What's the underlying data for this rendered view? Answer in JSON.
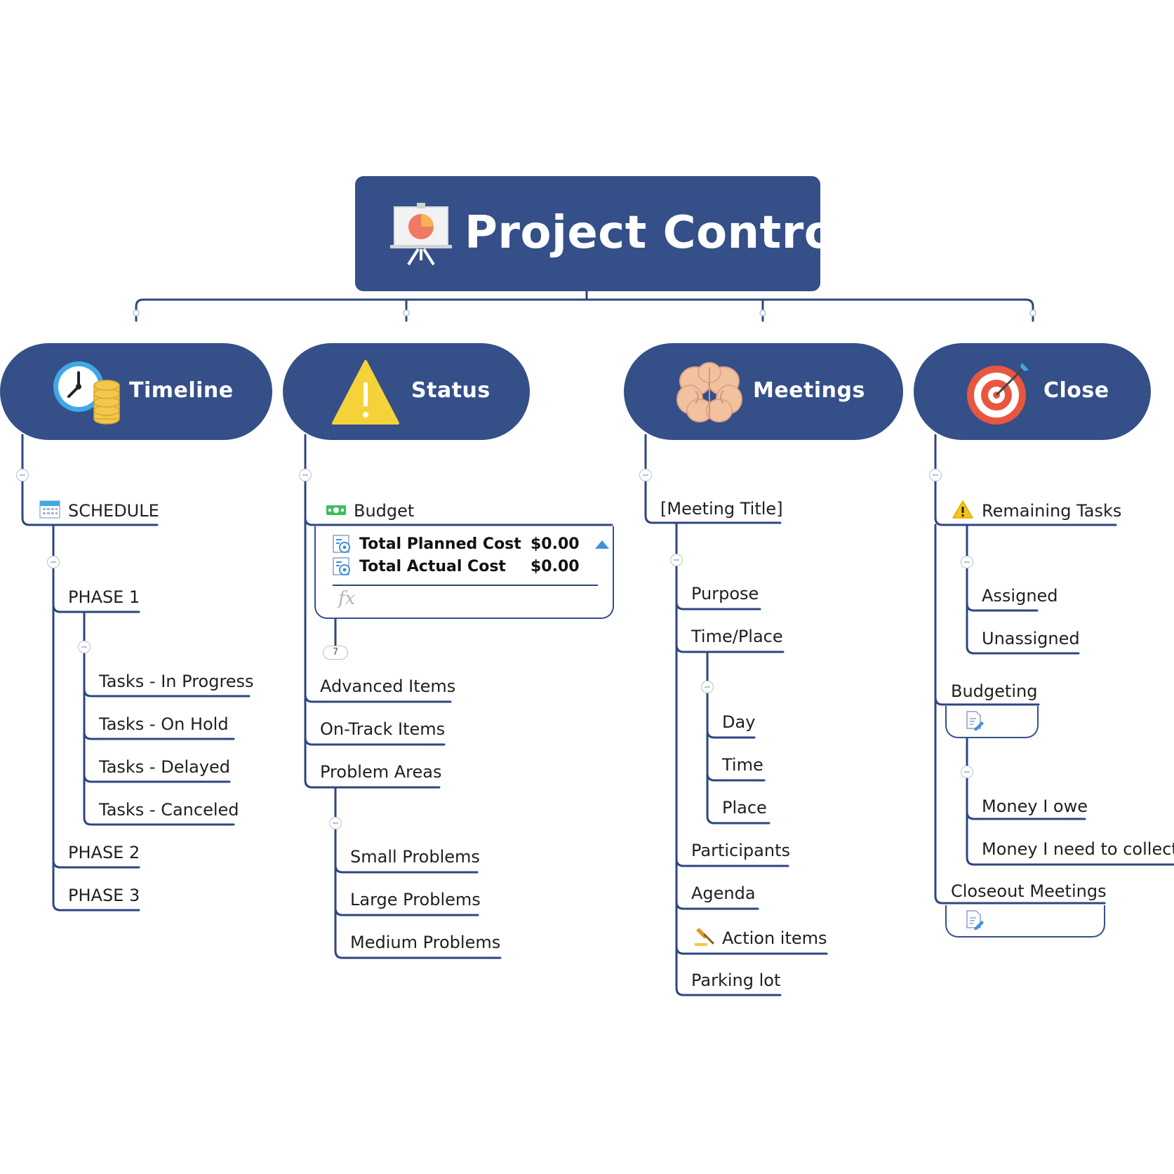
{
  "root": {
    "title": "Project Control"
  },
  "timeline": {
    "label": "Timeline",
    "schedule": "SCHEDULE",
    "phase1": "PHASE 1",
    "tasks": [
      "Tasks - In Progress",
      "Tasks - On Hold",
      "Tasks - Delayed",
      "Tasks - Canceled"
    ],
    "phase2": "PHASE 2",
    "phase3": "PHASE 3"
  },
  "status": {
    "label": "Status",
    "budget": "Budget",
    "total_planned_label": "Total Planned Cost",
    "total_planned_value": "$0.00",
    "total_actual_label": "Total Actual Cost",
    "total_actual_value": "$0.00",
    "fx": "fx",
    "hidden_count": "7",
    "advanced": "Advanced Items",
    "ontrack": "On-Track Items",
    "problems": "Problem Areas",
    "problem_items": [
      "Small Problems",
      "Large Problems",
      "Medium Problems"
    ]
  },
  "meetings": {
    "label": "Meetings",
    "title": "[Meeting Title]",
    "purpose": "Purpose",
    "timeplace": "Time/Place",
    "tp_items": [
      "Day",
      "Time",
      "Place"
    ],
    "participants": "Participants",
    "agenda": "Agenda",
    "action": "Action items",
    "parking": "Parking lot"
  },
  "close": {
    "label": "Close",
    "remaining": "Remaining Tasks",
    "assigned": "Assigned",
    "unassigned": "Unassigned",
    "budgeting": "Budgeting",
    "money_owe": "Money I owe",
    "money_collect": "Money I need to collect",
    "closeout": "Closeout Meetings"
  },
  "colors": {
    "node": "#354f88",
    "line": "#2e4680",
    "collapse": "#b9c0cc"
  }
}
